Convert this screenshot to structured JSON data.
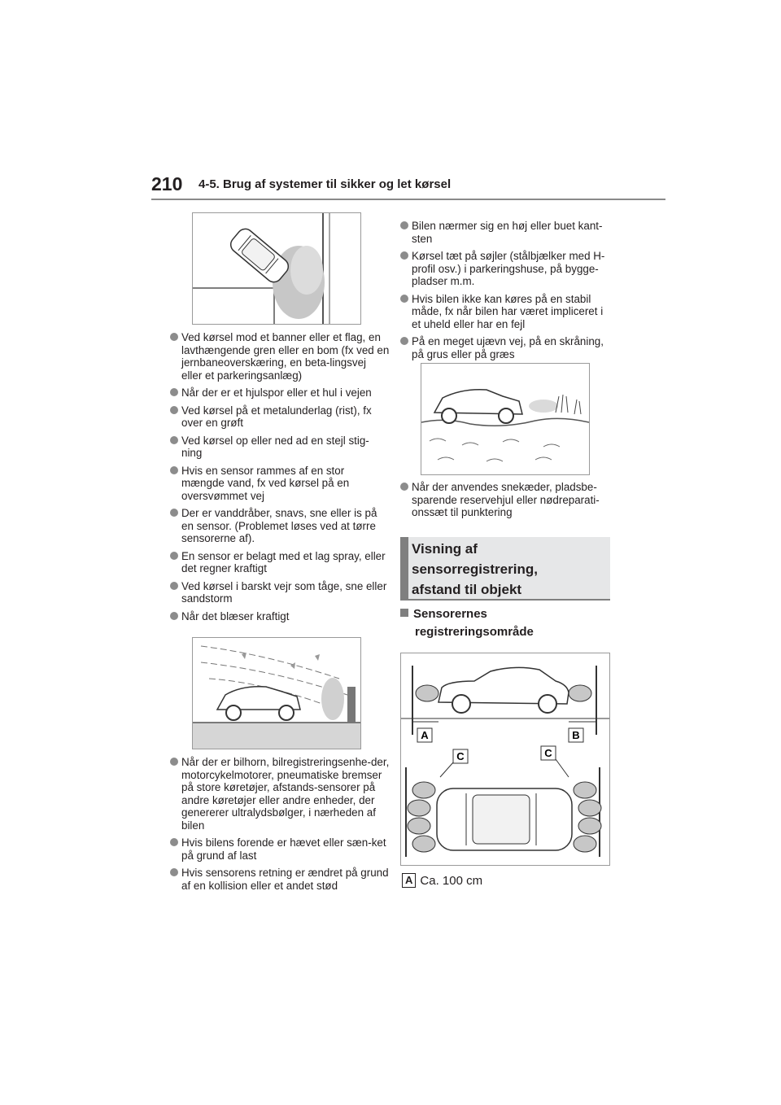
{
  "header": {
    "page_number": "210",
    "section_title": "4-5. Brug af systemer til sikker og let kørsel"
  },
  "left_column": {
    "bullets_a": [
      "Ved kørsel mod et banner eller et flag, en lavthængende gren eller en bom (fx ved en jernbaneoverskæring, en beta-lingsvej eller et parkeringsanlæg)",
      "Når der er et hjulspor eller et hul i vejen",
      "Ved kørsel på et metalunderlag (rist), fx over en grøft",
      "Ved kørsel op eller ned ad en stejl stig-ning",
      "Hvis en sensor rammes af en stor mængde vand, fx ved kørsel på en oversvømmet vej",
      "Der er vanddråber, snavs, sne eller is på en sensor. (Problemet løses ved at tørre sensorerne af).",
      "En sensor er belagt med et lag spray, eller det regner kraftigt",
      "Ved kørsel i barskt vejr som tåge, sne eller sandstorm",
      "Når det blæser kraftigt"
    ],
    "bullets_b": [
      "Når der er bilhorn, bilregistreringsenhe-der, motorcykelmotorer, pneumatiske bremser på store køretøjer, afstands-sensorer på andre køretøjer eller andre enheder, der genererer ultralydsbølger, i nærheden af bilen",
      "Hvis bilens forende er hævet eller sæn-ket på grund af last",
      "Hvis sensorens retning er ændret på grund af en kollision eller et andet stød"
    ]
  },
  "right_column": {
    "bullets_a": [
      "Bilen nærmer sig en høj eller buet kant-sten",
      "Kørsel tæt på søjler (stålbjælker med H-profil osv.) i parkeringshuse, på bygge-pladser m.m.",
      "Hvis bilen ikke kan køres på en stabil måde, fx når bilen har været impliceret i et uheld eller har en fejl",
      "På en meget ujævn vej, på en skråning, på grus eller på græs"
    ],
    "bullets_b": [
      "Når der anvendes snekæder, pladsbe-sparende reservehjul eller nødreparati-onssæt til punktering"
    ],
    "heading_lines": [
      "Visning af",
      "sensorregistrering,",
      "afstand til objekt"
    ],
    "subheading_lines": [
      "Sensorernes",
      "registreringsområde"
    ],
    "diagram_labels": {
      "a": "A",
      "b": "B",
      "c1": "C",
      "c2": "C"
    },
    "note": {
      "letter": "A",
      "text": "Ca. 100 cm"
    }
  },
  "colors": {
    "bullet": "#8c8c8c",
    "heading_bg": "#e6e7e8",
    "heading_bar": "#7f7f7f",
    "text": "#231f20"
  }
}
